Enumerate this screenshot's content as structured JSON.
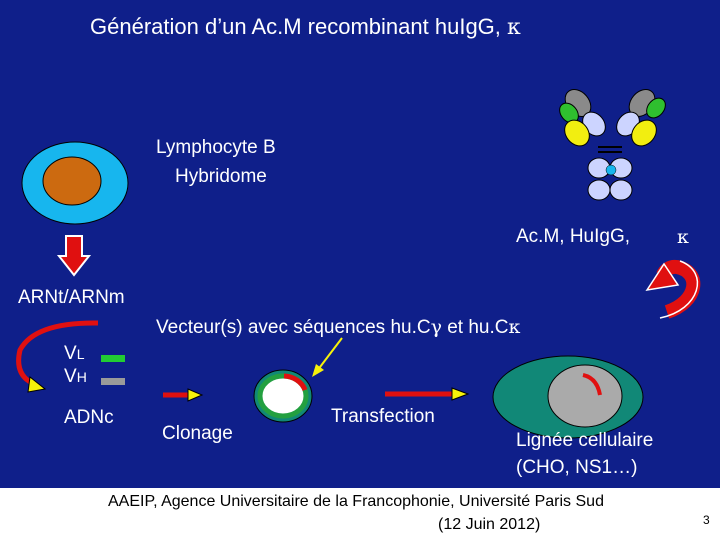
{
  "slide": {
    "title_text": "Génération d’un Ac.M recombinant huIgG, ",
    "title_kappa": "κ",
    "cell_label_line1": "Lymphocyte B",
    "cell_label_line2": "Hybridome",
    "antibody_text": "Ac.M, HuIgG, ",
    "antibody_kappa": "κ",
    "rna_label": "ARNt/ARNm",
    "vector_text_1": "Vecteur(s) avec séquences hu.C",
    "vector_gamma": "γ",
    "vector_text_2": " et hu.C",
    "vector_kappa": "κ",
    "vl_main": "V",
    "vl_sub": "L",
    "vh_main": "V",
    "vh_sub": "H",
    "adnc_label": "ADNc",
    "clonage_label": "Clonage",
    "transfection_label": "Transfection",
    "cell_line_line1": "Lignée cellulaire",
    "cell_line_line2": "(CHO, NS1…)"
  },
  "footer": {
    "line1": "AAEIP, Agence Universitaire de la Francophonie, Université Paris Sud",
    "line2": "(12 Juin 2012)",
    "page_number": "3"
  },
  "colors": {
    "background": "#0f1f8a",
    "text": "#ffffff",
    "cell_outer": "#17b6ee",
    "cell_nucleus": "#cc6a10",
    "arrow_red": "#e01010",
    "vl_green": "#22cc33",
    "vh_gray": "#9a9a9a",
    "yellow": "#f7f20a",
    "teal_cell": "#118877",
    "plasmid_green": "#23a040",
    "antibody_gray": "#8a8a8a",
    "antibody_green": "#2fbf2f",
    "antibody_yellow": "#f2ee10",
    "antibody_light": "#ccd4ff"
  }
}
